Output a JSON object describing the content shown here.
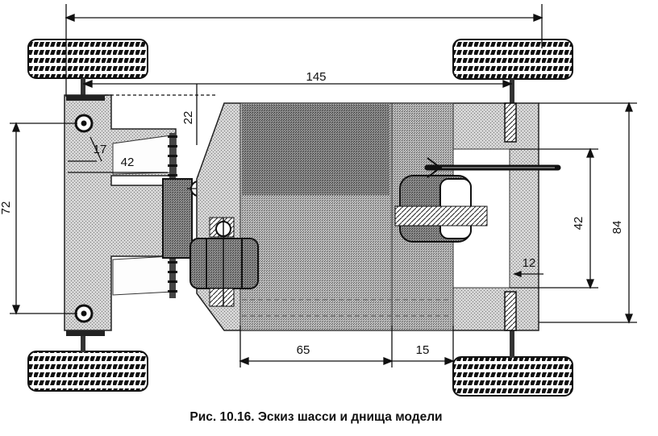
{
  "dimensions": {
    "d145": "145",
    "d22": "22",
    "d17": "17",
    "d42_left": "42",
    "d72": "72",
    "d42_right": "42",
    "d84": "84",
    "d12": "12",
    "d65": "65",
    "d15": "15"
  },
  "caption": "Рис. 10.16. Эскиз шасси и днища модели"
}
